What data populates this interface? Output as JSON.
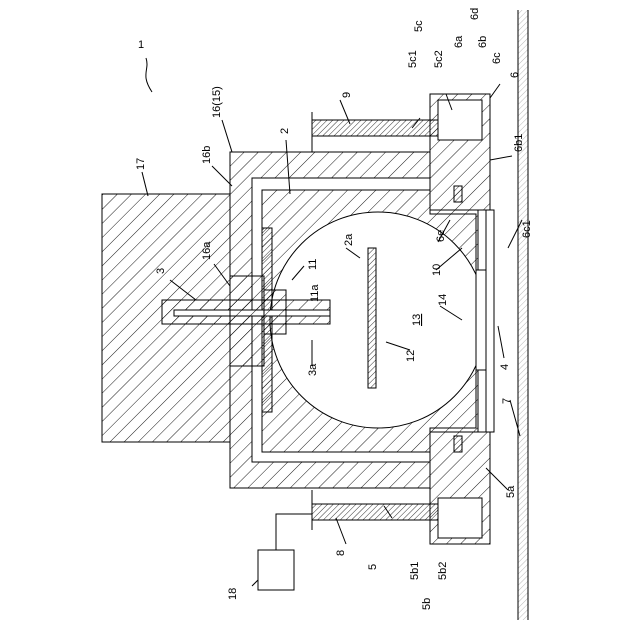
{
  "figure": {
    "labels": {
      "device": "1",
      "part_2": "2",
      "part_2a": "2a",
      "part_3": "3",
      "part_3a": "3a",
      "part_4": "4",
      "part_5": "5",
      "part_5a": "5a",
      "part_5b": "5b",
      "part_5b1": "5b1",
      "part_5b2": "5b2",
      "part_5c": "5c",
      "part_5c1": "5c1",
      "part_5c2": "5c2",
      "part_6": "6",
      "part_6a": "6a",
      "part_6b": "6b",
      "part_6b1": "6b1",
      "part_6c": "6c",
      "part_6c1": "6c1",
      "part_6d": "6d",
      "part_6e": "6e",
      "part_7": "7",
      "part_8": "8",
      "part_9": "9",
      "part_10": "10",
      "part_11": "11",
      "part_11a": "11a",
      "part_12": "12",
      "part_13": "13",
      "part_14": "14",
      "part_16_15": "16(15)",
      "part_16a": "16a",
      "part_16b": "16b",
      "part_17": "17",
      "part_18": "18"
    }
  }
}
